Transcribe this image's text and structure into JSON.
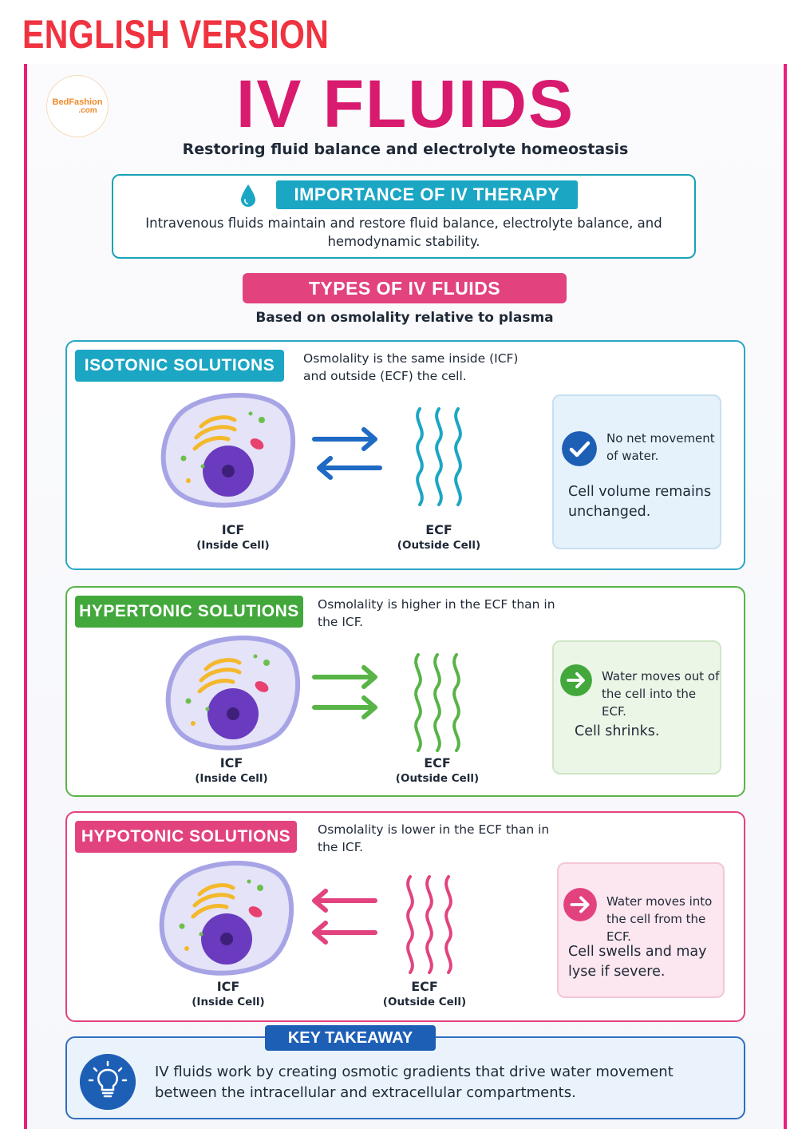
{
  "header": {
    "language_label": "ENGLISH VERSION"
  },
  "logo": {
    "line1": "BedFashion",
    "line2": ".com"
  },
  "poster": {
    "title": "IV FLUIDS",
    "subtitle": "Restoring fluid balance and electrolyte homeostasis"
  },
  "importance": {
    "icon": "water-drop-icon",
    "heading": "IMPORTANCE OF IV THERAPY",
    "text": "Intravenous fluids maintain and restore fluid balance, electrolyte balance, and hemodynamic stability."
  },
  "types": {
    "heading": "TYPES OF IV FLUIDS",
    "subheading": "Based on osmolality relative to plasma"
  },
  "sections": {
    "isotonic": {
      "heading": "ISOTONIC SOLUTIONS",
      "description": "Osmolality is the same inside (ICF) and outside (ECF) the cell.",
      "icf_label": "ICF",
      "icf_sub": "(Inside Cell)",
      "ecf_label": "ECF",
      "ecf_sub": "(Outside Cell)",
      "badge_icon": "checkmark-icon",
      "info_primary": "No net movement of water.",
      "info_secondary": "Cell volume remains unchanged.",
      "color": "#1ba6c4",
      "arrow_color": "#1e6ac4"
    },
    "hypertonic": {
      "heading": "HYPERTONIC SOLUTIONS",
      "description": "Osmolality is higher in the ECF than in the ICF.",
      "icf_label": "ICF",
      "icf_sub": "(Inside Cell)",
      "ecf_label": "ECF",
      "ecf_sub": "(Outside Cell)",
      "badge_icon": "arrow-right-icon",
      "info_primary": "Water moves out of the cell into the ECF.",
      "info_secondary": "Cell shrinks.",
      "color": "#43a83c",
      "arrow_color": "#58b447"
    },
    "hypotonic": {
      "heading": "HYPOTONIC SOLUTIONS",
      "description": "Osmolality is lower in the ECF than in the ICF.",
      "icf_label": "ICF",
      "icf_sub": "(Inside Cell)",
      "ecf_label": "ECF",
      "ecf_sub": "(Outside Cell)",
      "badge_icon": "arrow-right-icon",
      "info_primary": "Water moves into the cell from the ECF.",
      "info_secondary": "Cell swells and may lyse if severe.",
      "color": "#e2437f",
      "arrow_color": "#e2437f"
    }
  },
  "key_takeaway": {
    "heading": "KEY TAKEAWAY",
    "icon": "lightbulb-icon",
    "text": "IV fluids work by creating osmotic gradients that drive water movement between the intracellular and extracellular compartments."
  }
}
